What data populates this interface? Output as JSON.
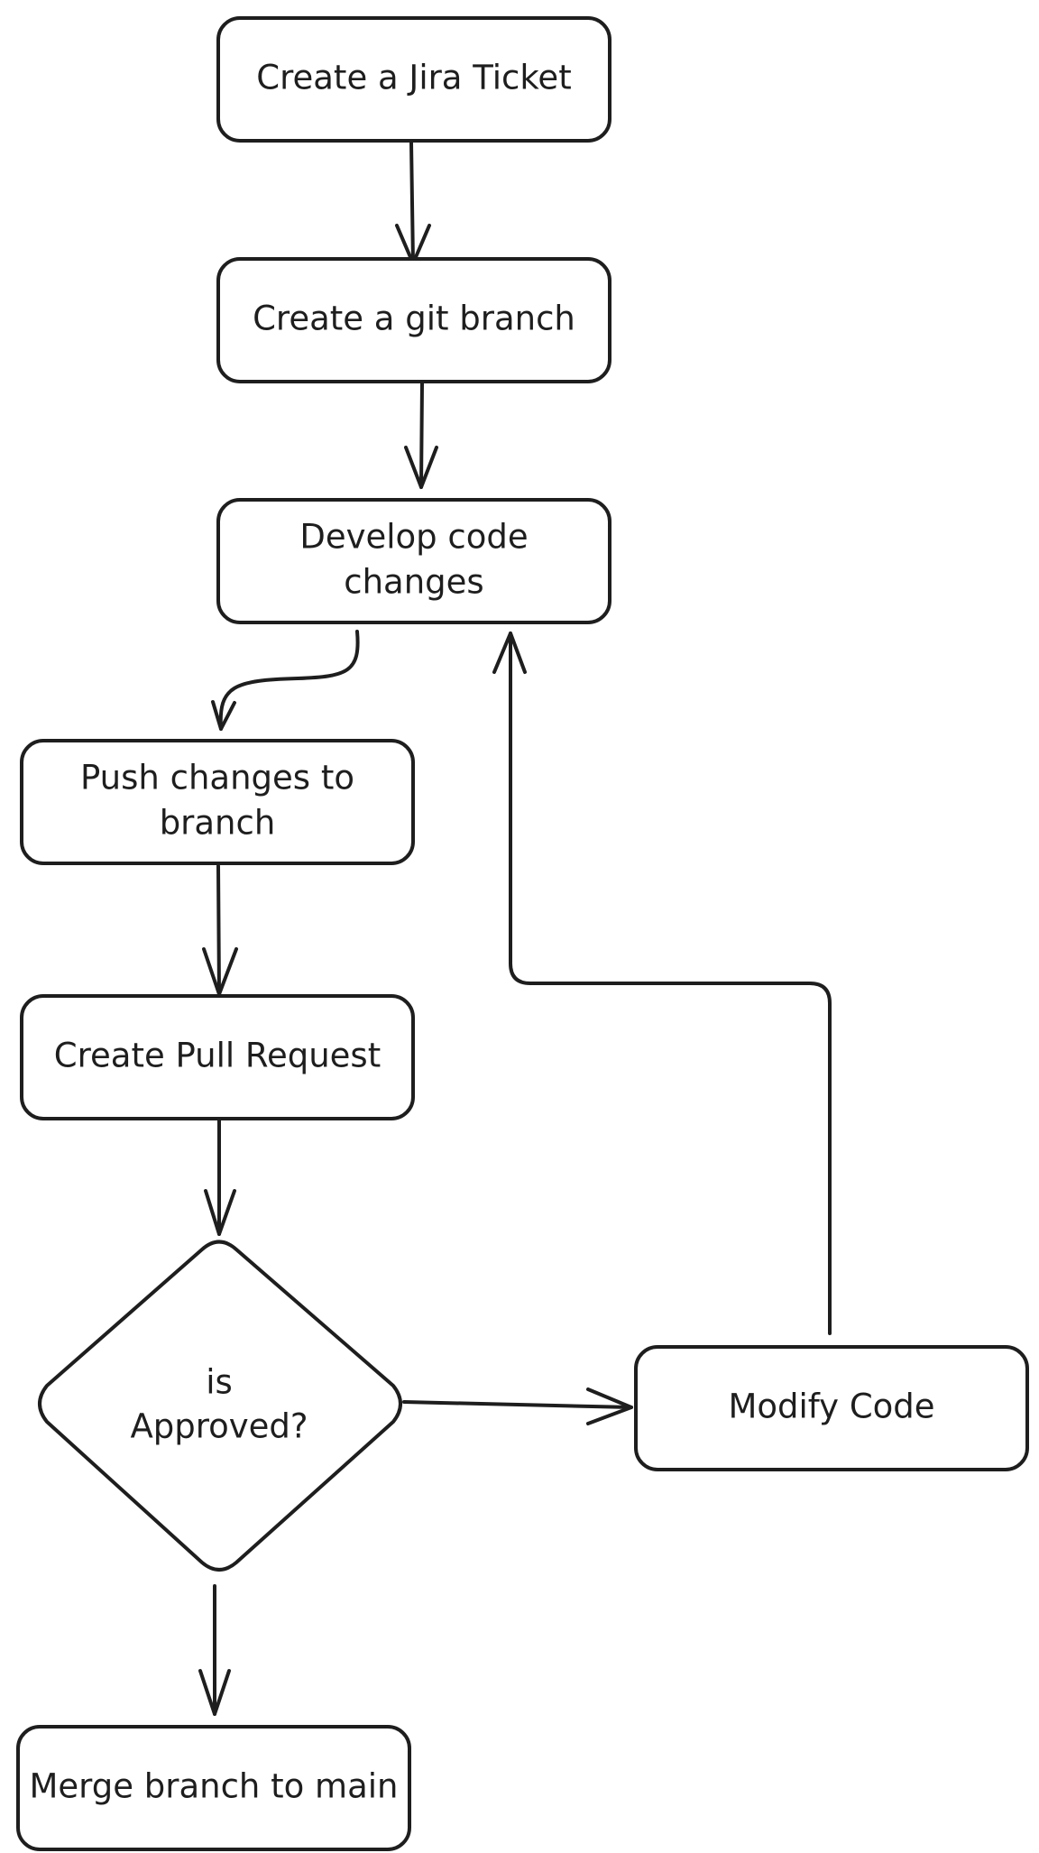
{
  "colors": {
    "stroke": "#1e1e1e",
    "node_fill": "#ffffff",
    "background": "#ffffff"
  },
  "nodes": {
    "create_jira_ticket": {
      "label": "Create a Jira Ticket"
    },
    "create_git_branch": {
      "label": "Create a git branch"
    },
    "develop_code_changes": {
      "line1": "Develop code",
      "line2": "changes"
    },
    "push_changes": {
      "line1": "Push changes to",
      "line2": "branch"
    },
    "create_pull_request": {
      "label": "Create Pull Request"
    },
    "is_approved": {
      "line1": "is",
      "line2": "Approved?"
    },
    "modify_code": {
      "label": "Modify Code"
    },
    "merge_branch": {
      "label": "Merge branch to main"
    }
  }
}
